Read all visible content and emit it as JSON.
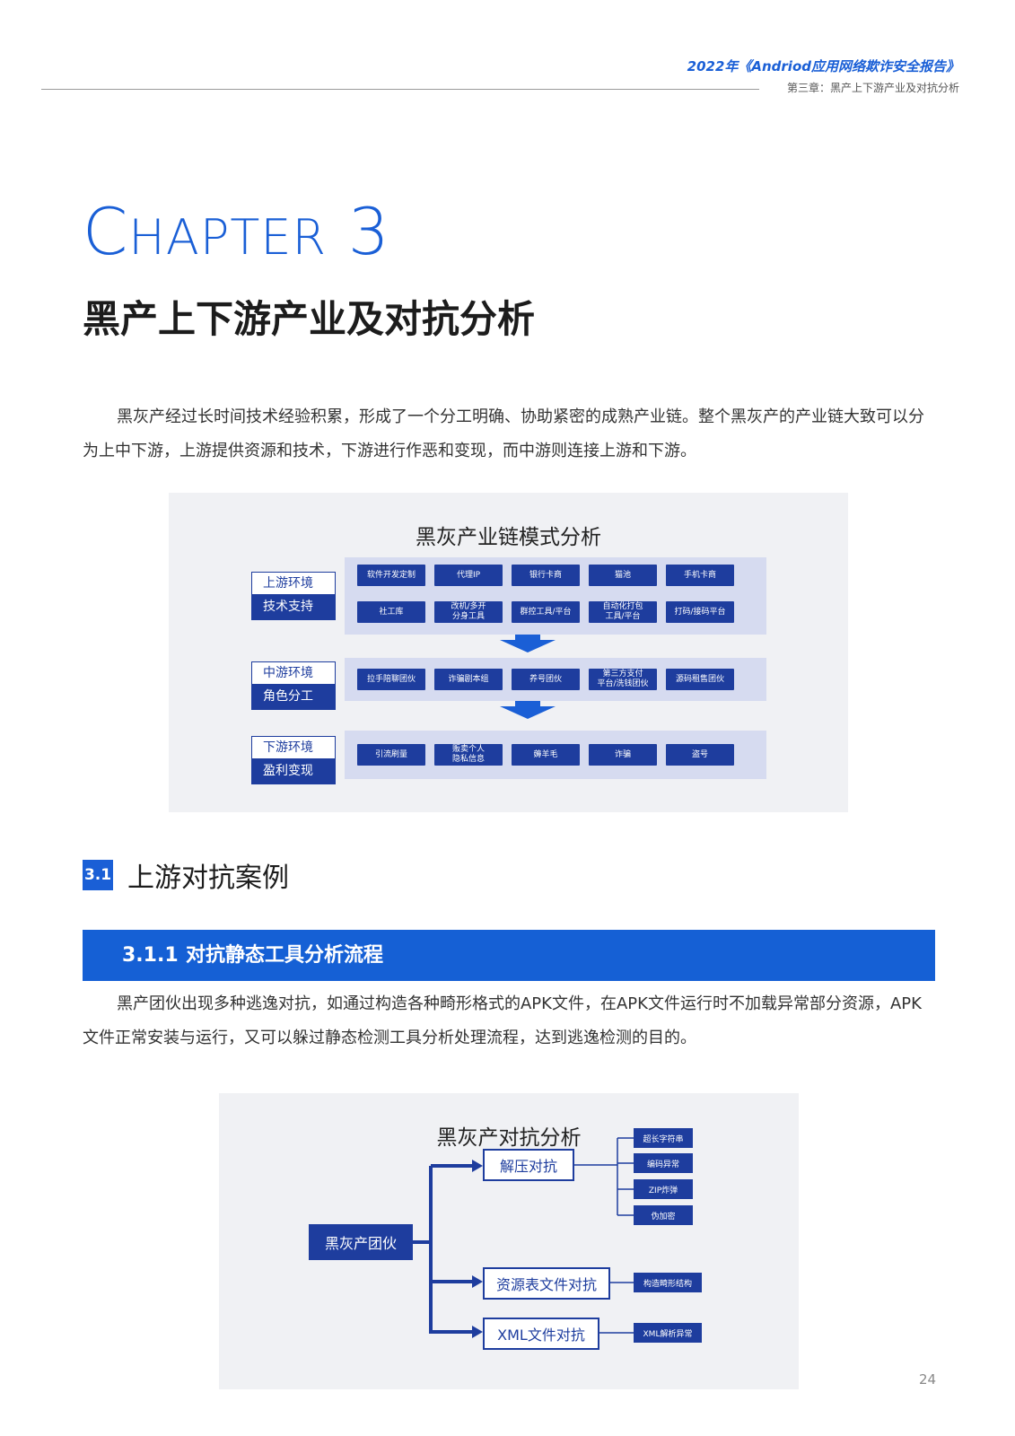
{
  "header": {
    "report_title": "2022年《Andriod应用网络欺诈安全报告》",
    "chapter_breadcrumb": "第三章：黑产上下游产业及对抗分析"
  },
  "chapter": {
    "label_initial": "C",
    "label_rest": "HAPTER",
    "label_number": "3",
    "title": "黑产上下游产业及对抗分析"
  },
  "intro_paragraph": "黑灰产经过长时间技术经验积累，形成了一个分工明确、协助紧密的成熟产业链。整个黑灰产的产业链大致可以分为上中下游，上游提供资源和技术，下游进行作恶和变现，而中游则连接上游和下游。",
  "diagram1": {
    "title": "黑灰产业链模式分析",
    "tiers": [
      {
        "label_top": "上游环境",
        "label_bottom": "技术支持",
        "items": [
          "软件开发定制",
          "代理IP",
          "银行卡商",
          "猫池",
          "手机卡商",
          "社工库",
          "改机/多开\n分身工具",
          "群控工具/平台",
          "自动化打包\n工具/平台",
          "打码/接码平台"
        ]
      },
      {
        "label_top": "中游环境",
        "label_bottom": "角色分工",
        "items": [
          "拉手陪聊团伙",
          "诈骗剧本组",
          "养号团伙",
          "第三方支付\n平台/洗钱团伙",
          "源码租售团伙"
        ]
      },
      {
        "label_top": "下游环境",
        "label_bottom": "盈利变现",
        "items": [
          "引流刷量",
          "贩卖个人\n隐私信息",
          "薅羊毛",
          "诈骗",
          "盗号"
        ]
      }
    ]
  },
  "section_3_1": {
    "number": "3.1",
    "title": "上游对抗案例"
  },
  "section_3_1_1": {
    "number": "3.1.1",
    "title": "对抗静态工具分析流程",
    "paragraph": "黑产团伙出现多种逃逸对抗，如通过构造各种畸形格式的APK文件，在APK文件运行时不加载异常部分资源，APK文件正常安装与运行，又可以躲过静态检测工具分析处理流程，达到逃逸检测的目的。"
  },
  "diagram2": {
    "title": "黑灰产对抗分析",
    "root": "黑灰产团伙",
    "branches": [
      {
        "label": "解压对抗",
        "leaves": [
          "超长字符串",
          "编码异常",
          "ZIP炸弹",
          "伪加密"
        ]
      },
      {
        "label": "资源表文件对抗",
        "leaves": [
          "构造畸形结构"
        ]
      },
      {
        "label": "XML文件对抗",
        "leaves": [
          "XML解析异常"
        ]
      }
    ]
  },
  "page_number": "24",
  "colors": {
    "accent": "#1a5fd6",
    "navy": "#1e3d9e",
    "panel": "#f0f1f4",
    "band": "#d6dbf0"
  }
}
